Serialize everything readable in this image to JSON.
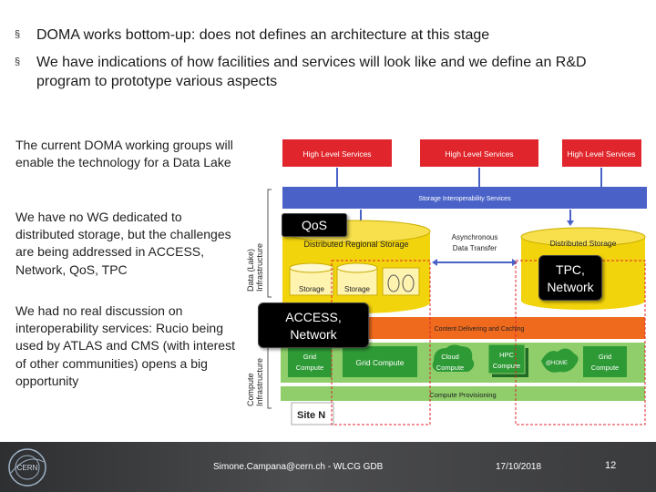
{
  "bullets": [
    "DOMA works bottom-up: does not defines an architecture at this stage",
    "We have indications of how facilities and services will look like and we define an R&D program to prototype various aspects"
  ],
  "bullet_marker": "§",
  "left_column": [
    "The current DOMA working groups will enable the technology for a Data Lake",
    "We have no WG dedicated to distributed storage, but the challenges are being addressed in ACCESS, Network, QoS, TPC",
    "We had no real discussion on interoperability services: Rucio being used by ATLAS and CMS (with interest of other communities) opens a big opportunity"
  ],
  "diagram": {
    "high_level_services": [
      "High Level Services",
      "High Level Services",
      "High Level Services"
    ],
    "storage_interop": "Storage Interoperability Services",
    "distributed_regional_storage": "Distributed Regional Storage",
    "distributed_storage": "Distributed Storage",
    "async_transfer_line1": "Asynchronous",
    "async_transfer_line2": "Data Transfer",
    "storage_label": "Storage",
    "content_delivery": "Content Delivering and Caching",
    "grid_compute": "Grid Compute",
    "grid_compute_short_1": "Grid",
    "grid_compute_short_2": "Compute",
    "cloud_compute_1": "Cloud",
    "cloud_compute_2": "Compute",
    "hpc_compute_1": "HPC",
    "hpc_compute_2": "Compute",
    "home_label": "@HOME",
    "compute_provisioning": "Compute Provisioning",
    "site_n": "Site N",
    "data_lake_label_1": "Data (Lake)",
    "data_lake_label_2": "Infrastructure",
    "compute_infra_label_1": "Compute",
    "compute_infra_label_2": "Infrastructure",
    "colors": {
      "red_services": "#e0262c",
      "interop_blue": "#4a62c8",
      "storage_yellow": "#f2d40c",
      "orange_band": "#f06a1e",
      "green_compute": "#2e9a35",
      "light_green": "#8fce6a"
    }
  },
  "callouts": {
    "qos": "QoS",
    "tpc_line1": "TPC,",
    "tpc_line2": "Network",
    "access_line1": "ACCESS,",
    "access_line2": "Network"
  },
  "footer": {
    "author": "Simone.Campana@cern.ch - WLCG GDB",
    "date": "17/10/2018",
    "page": "12",
    "logo_text": "CERN"
  }
}
